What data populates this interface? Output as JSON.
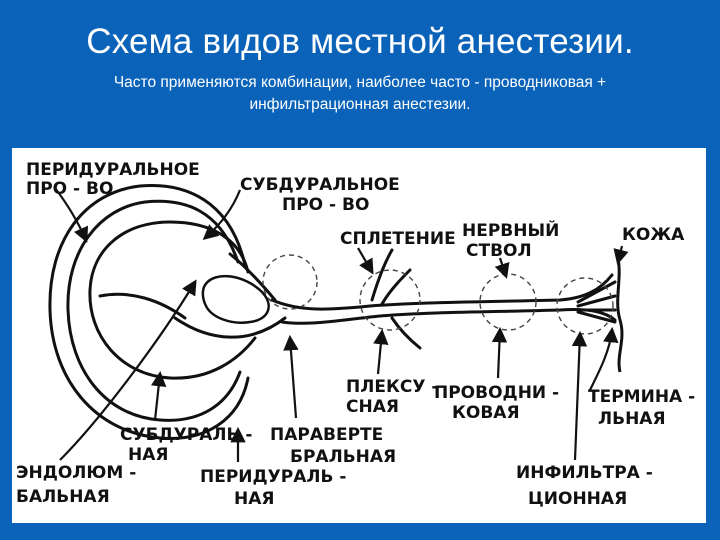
{
  "slide": {
    "title": "Схема видов местной анестезии.",
    "subtitle_line1": "Часто применяются комбинации, наиболее часто - проводниковая +",
    "subtitle_line2": "инфильтрационная анестезии."
  },
  "labels": {
    "peridural_space_1": "ПЕРИДУРАЛЬНОЕ",
    "peridural_space_2": "ПРО - ВО",
    "subdural_space_1": "СУБДУРАЛЬНОЕ",
    "subdural_space_2": "ПРО - ВО",
    "plexus": "СПЛЕТЕНИЕ",
    "nerve_trunk_1": "НЕРВНЫЙ",
    "nerve_trunk_2": "СТВОЛ",
    "skin": "КОЖА",
    "plexus_type_1": "ПЛЕКСУ -",
    "plexus_type_2": "СНАЯ",
    "conduction_1": "ПРОВОДНИ -",
    "conduction_2": "КОВАЯ",
    "terminal_1": "ТЕРМИНА -",
    "terminal_2": "ЛЬНАЯ",
    "subdural_type_1": "СУБДУРАЛЬ -",
    "subdural_type_2": "НАЯ",
    "paravertebral_1": "ПАРАВЕРТЕ",
    "paravertebral_2": "БРАЛЬНАЯ",
    "endolumbal_1": "ЭНДОЛЮМ -",
    "endolumbal_2": "БАЛЬНАЯ",
    "peridural_type_1": "ПЕРИДУРАЛЬ -",
    "peridural_type_2": "НАЯ",
    "infiltration_1": "ИНФИЛЬТРА -",
    "infiltration_2": "ЦИОННАЯ"
  }
}
